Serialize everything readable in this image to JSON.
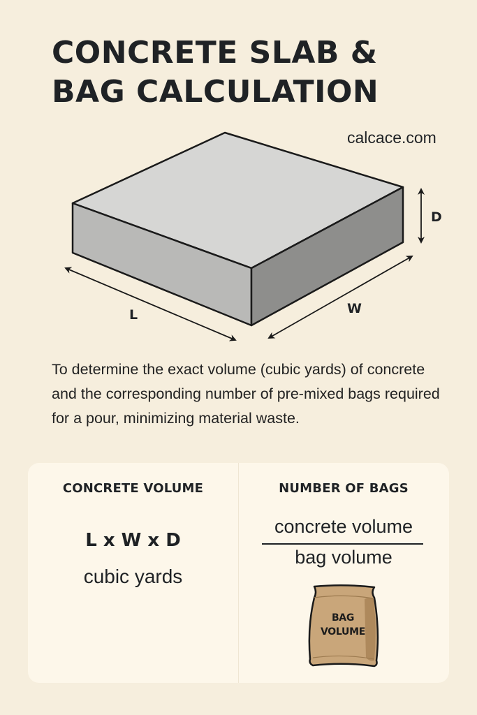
{
  "header": {
    "title_line1": "CONCRETE SLAB &",
    "title_line2": "BAG CALCULATION",
    "site": "calcace.com"
  },
  "diagram": {
    "shape": "isometric concrete slab",
    "labels": {
      "length": "L",
      "width": "W",
      "depth": "D"
    },
    "colors": {
      "top_face": "#d6d6d4",
      "left_face": "#b9b9b7",
      "right_face": "#8c8c8a",
      "outline": "#1a1a1a"
    }
  },
  "description": "To determine the exact volume (cubic yards) of concrete and the corresponding number of pre-mixed bags required for a pour, minimizing material waste.",
  "card": {
    "left": {
      "heading": "CONCRETE VOLUME",
      "formula": "L x W x D",
      "unit": "cubic yards"
    },
    "right": {
      "heading": "NUMBER OF BAGS",
      "numerator": "concrete volume",
      "denominator": "bag volume",
      "bag_icon": "bag-icon",
      "bag_label_line1": "BAG",
      "bag_label_line2": "VOLUME",
      "bag_color": "#c9a67a"
    }
  },
  "colors": {
    "page_background": "#f6eedd",
    "card_background": "#fdf7ea",
    "text": "#1f2225"
  }
}
